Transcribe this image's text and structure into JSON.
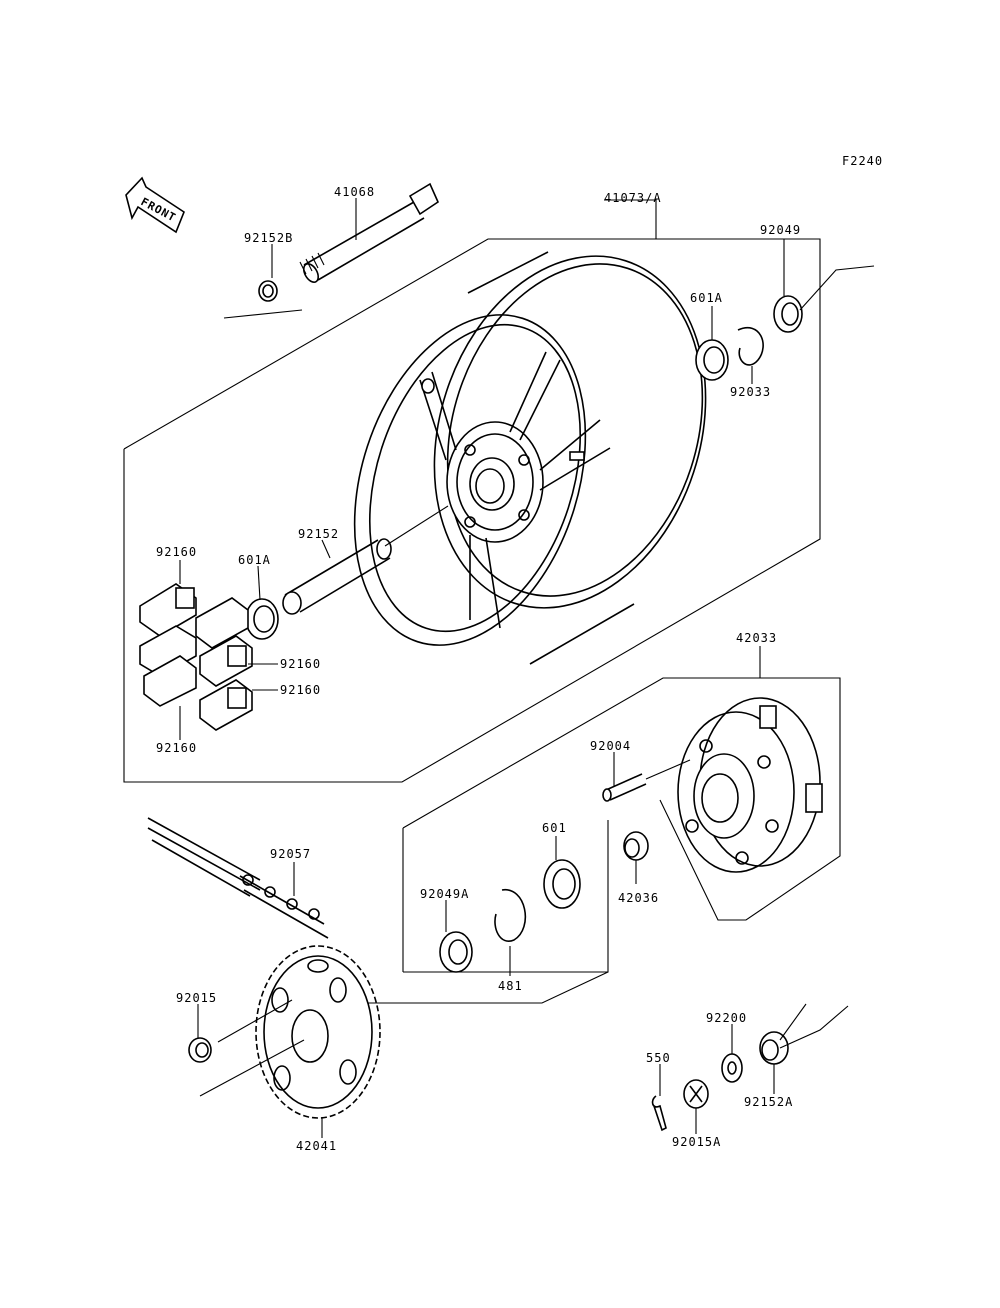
{
  "figure_code": "F2240",
  "front_label": "FRONT",
  "parts": {
    "p41068": "41068",
    "p92152B": "92152B",
    "p41073A": "41073/A",
    "p92049": "92049",
    "p601A_top": "601A",
    "p92033": "92033",
    "p92152": "92152",
    "p92160_a": "92160",
    "p601A_left": "601A",
    "p92160_b": "92160",
    "p92160_c": "92160",
    "p92160_d": "92160",
    "p42033": "42033",
    "p92004": "92004",
    "p601": "601",
    "p92057": "92057",
    "p92049A": "92049A",
    "p42036": "42036",
    "p481": "481",
    "p92015": "92015",
    "p92200": "92200",
    "p550": "550",
    "p92152A": "92152A",
    "p92015A": "92015A",
    "p42041": "42041"
  }
}
